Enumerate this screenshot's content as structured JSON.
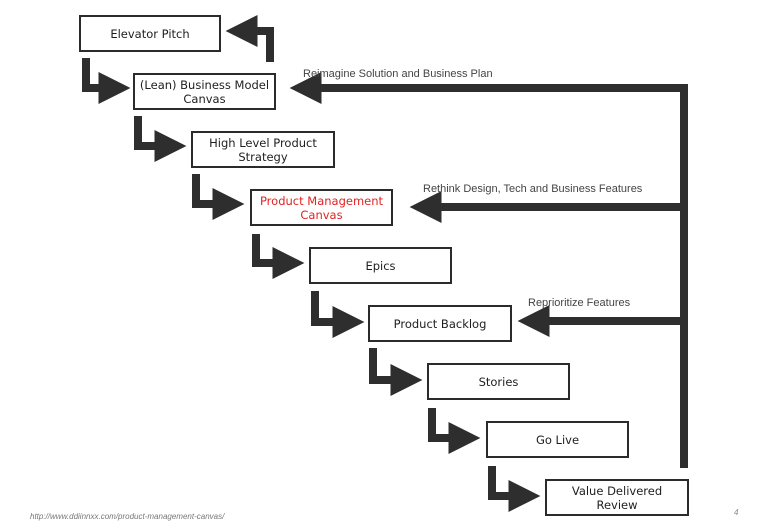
{
  "steps": [
    {
      "label": "Elevator Pitch"
    },
    {
      "label": "(Lean) Business Model Canvas"
    },
    {
      "label": "High Level Product Strategy"
    },
    {
      "label": "Product Management Canvas"
    },
    {
      "label": "Epics"
    },
    {
      "label": "Product Backlog"
    },
    {
      "label": "Stories"
    },
    {
      "label": "Go Live"
    },
    {
      "label": "Value Delivered Review"
    }
  ],
  "feedback": [
    {
      "label": "Reimagine Solution and Business Plan"
    },
    {
      "label": "Rethink Design, Tech and Business Features"
    },
    {
      "label": "Reprioritize Features"
    }
  ],
  "colors": {
    "arrow": "#2e2e2e",
    "highlight": "#e02323"
  },
  "footer": {
    "url": "http://www.ddiinnxx.com/product-management-canvas/",
    "page_number": "4"
  }
}
